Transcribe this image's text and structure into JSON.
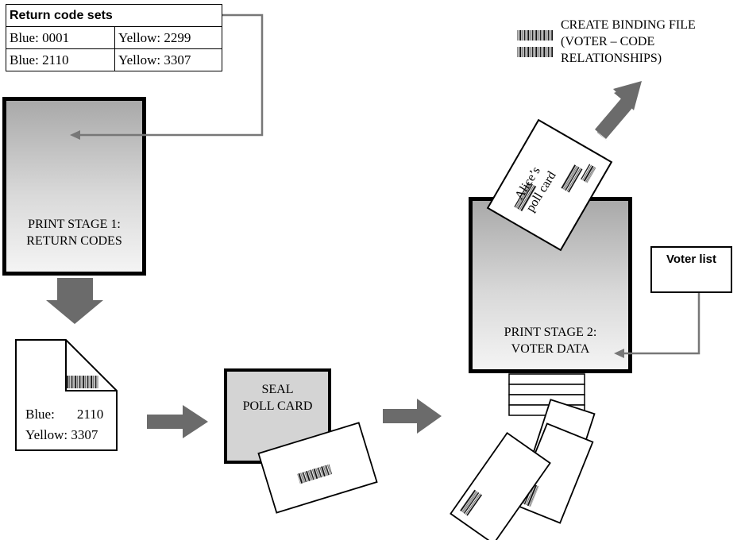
{
  "return_code_sets": {
    "title": "Return code sets",
    "rows": [
      {
        "blue": "Blue: 0001",
        "yellow": "Yellow: 2299"
      },
      {
        "blue": "Blue: 2110",
        "yellow": "Yellow: 3307"
      }
    ]
  },
  "print_stage_1": {
    "line1": "PRINT STAGE 1:",
    "line2": "RETURN CODES"
  },
  "document": {
    "line1_label": "Blue:",
    "line1_value": "2110",
    "line2": "Yellow: 3307"
  },
  "seal": {
    "line1": "SEAL",
    "line2": "POLL CARD"
  },
  "print_stage_2": {
    "line1": "PRINT STAGE 2:",
    "line2": "VOTER DATA"
  },
  "voter_list": {
    "label": "Voter list"
  },
  "poll_card": {
    "line1": "Alice’s",
    "line2": "poll card"
  },
  "binding_file": {
    "line1": "CREATE BINDING FILE",
    "line2": "(VOTER – CODE",
    "line3": "RELATIONSHIPS)"
  },
  "colors": {
    "arrow_gray": "#6b6b6b",
    "connector_gray": "#777777",
    "printer_fill_top": "#a9a9a9",
    "seal_fill": "#d4d4d4"
  }
}
